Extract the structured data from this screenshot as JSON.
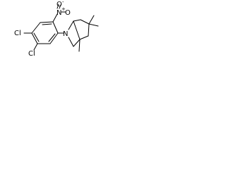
{
  "atoms": {
    "nitro_n": "N",
    "nitro_n_charge": "+",
    "nitro_o_top": "O",
    "nitro_o_top_charge": "-",
    "nitro_o_side": "O",
    "cl_upper": "Cl",
    "cl_lower": "Cl",
    "ring_n": "N"
  },
  "colors": {
    "bond": "#000000",
    "text": "#000000",
    "background": "#ffffff"
  }
}
